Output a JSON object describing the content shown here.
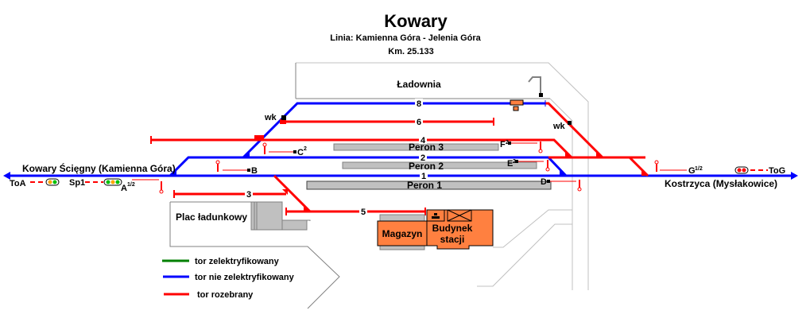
{
  "header": {
    "title": "Kowary",
    "line": "Linia: Kamienna Góra - Jelenia Góra",
    "km": "Km. 25.133"
  },
  "areas": {
    "ladownia": "Ładownia",
    "plac": "Plac ładunkowy",
    "magazyn": "Magazyn",
    "budynek_1": "Budynek",
    "budynek_2": "stacji"
  },
  "platforms": [
    "Peron 3",
    "Peron 2",
    "Peron 1"
  ],
  "tracks": {
    "t1": "1",
    "t2": "2",
    "t3": "3",
    "t4": "4",
    "t5": "5",
    "t6": "6",
    "t8": "8"
  },
  "directions": {
    "west": "Kowary Ścięgny (Kamienna Góra)",
    "east": "Kostrzyca (Mysłakowice)"
  },
  "signals": {
    "toa": "ToA",
    "sp1": "Sp1",
    "a": "A",
    "a_sup": "1/2",
    "b": "B",
    "c": "C",
    "c_sup": "2",
    "d": "D",
    "e": "E",
    "e_sup": "2",
    "f": "F",
    "f_sup": "2",
    "g": "G",
    "g_sup": "1/2",
    "tog": "ToG",
    "wk1": "wk",
    "wk2": "wk"
  },
  "legend": [
    {
      "label": "tor zelektryfikowany",
      "color": "#008000"
    },
    {
      "label": "tor nie zelektryfikowany",
      "color": "#0000ff"
    },
    {
      "label": "tor rozebrany",
      "color": "#ff0000"
    }
  ],
  "colors": {
    "electrified": "#008000",
    "non_electrified": "#0000ff",
    "dismantled": "#ff0000",
    "building": "#ff8040",
    "platform": "#c0c0c0"
  }
}
